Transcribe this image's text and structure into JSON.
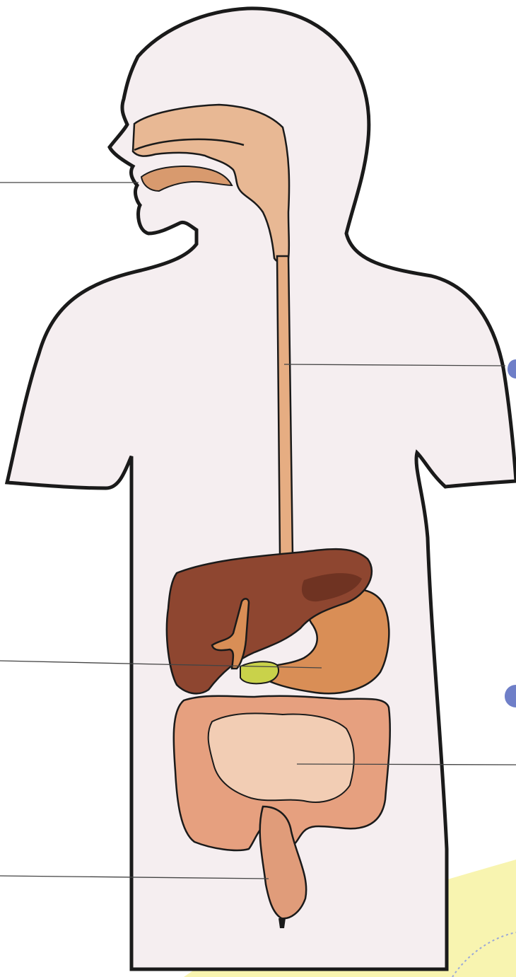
{
  "colors": {
    "page": "#ffffff",
    "body_fill": "#f5eef0",
    "outline": "#1a1a1a",
    "leader_line": "#444444",
    "mouth": "#e8b894",
    "mouth_deep": "#d89a6e",
    "esophagus": "#e6ad82",
    "liver": "#8e4630",
    "liver_dark": "#6f3322",
    "stomach": "#d98e56",
    "gallbladder": "#c9d24a",
    "small_intestine": "#f2cdb4",
    "large_intestine": "#e6a07f",
    "rectum": "#e09c7a",
    "yellow_shape": "#f8f4b0",
    "blue_dot": "#6f7fc8"
  },
  "organs": [
    {
      "name": "mouth"
    },
    {
      "name": "esophagus"
    },
    {
      "name": "liver"
    },
    {
      "name": "stomach"
    },
    {
      "name": "gallbladder"
    },
    {
      "name": "small-intestine"
    },
    {
      "name": "large-intestine"
    },
    {
      "name": "rectum"
    }
  ],
  "label_pointers": [
    {
      "target": "mouth",
      "side": "left"
    },
    {
      "target": "esophagus",
      "side": "right"
    },
    {
      "target": "stomach",
      "side": "left"
    },
    {
      "target": "small-intestine",
      "side": "right"
    },
    {
      "target": "rectum",
      "side": "left"
    }
  ]
}
